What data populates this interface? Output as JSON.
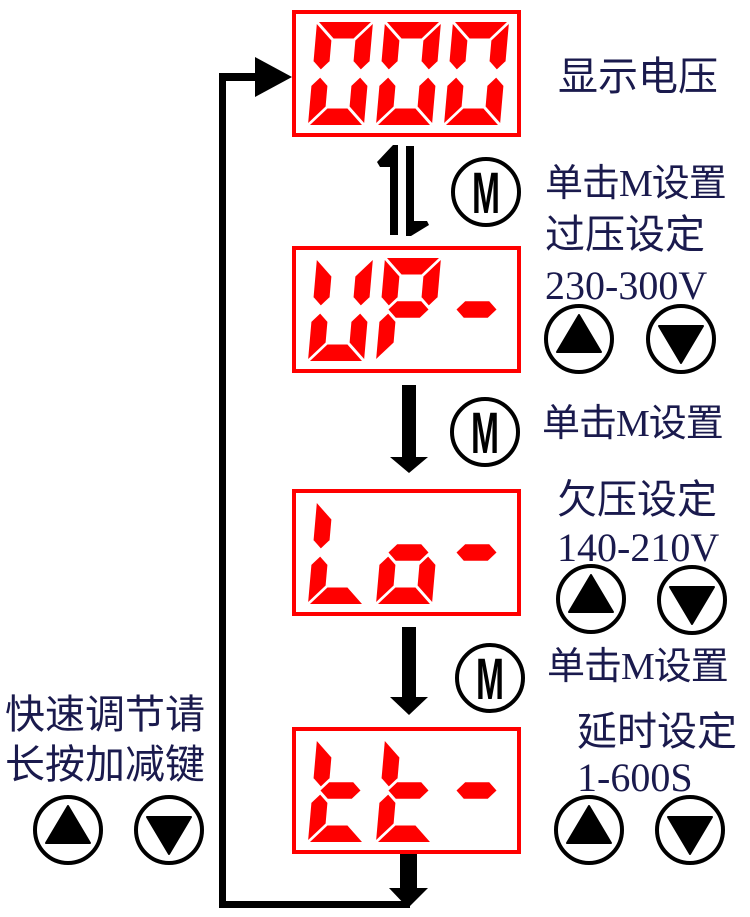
{
  "steps": [
    {
      "display": "000",
      "title": "显示电压"
    },
    {
      "display": "UP-",
      "title": "过压设定",
      "range": "230-300V"
    },
    {
      "display": "Lo-",
      "title": "欠压设定",
      "range": "140-210V"
    },
    {
      "display": "tt-",
      "title": "延时设定",
      "range": "1-600S"
    }
  ],
  "transitions": [
    {
      "key": "M",
      "label": "单击M设置",
      "arrow": "toggle-up-down-icon"
    },
    {
      "key": "M",
      "label": "单击M设置",
      "arrow": "down-arrow-icon"
    },
    {
      "key": "M",
      "label": "单击M设置",
      "arrow": "down-arrow-icon"
    }
  ],
  "adjust_keys": {
    "up": "up-triangle-key-icon",
    "down": "down-triangle-key-icon"
  },
  "fast_adjust_note": {
    "line1": "快速调节请",
    "line2": "长按加减键"
  },
  "colors": {
    "segment": "#ff0000",
    "frame": "#ff0000",
    "text": "#1a1a4d",
    "arrow": "#000000"
  }
}
